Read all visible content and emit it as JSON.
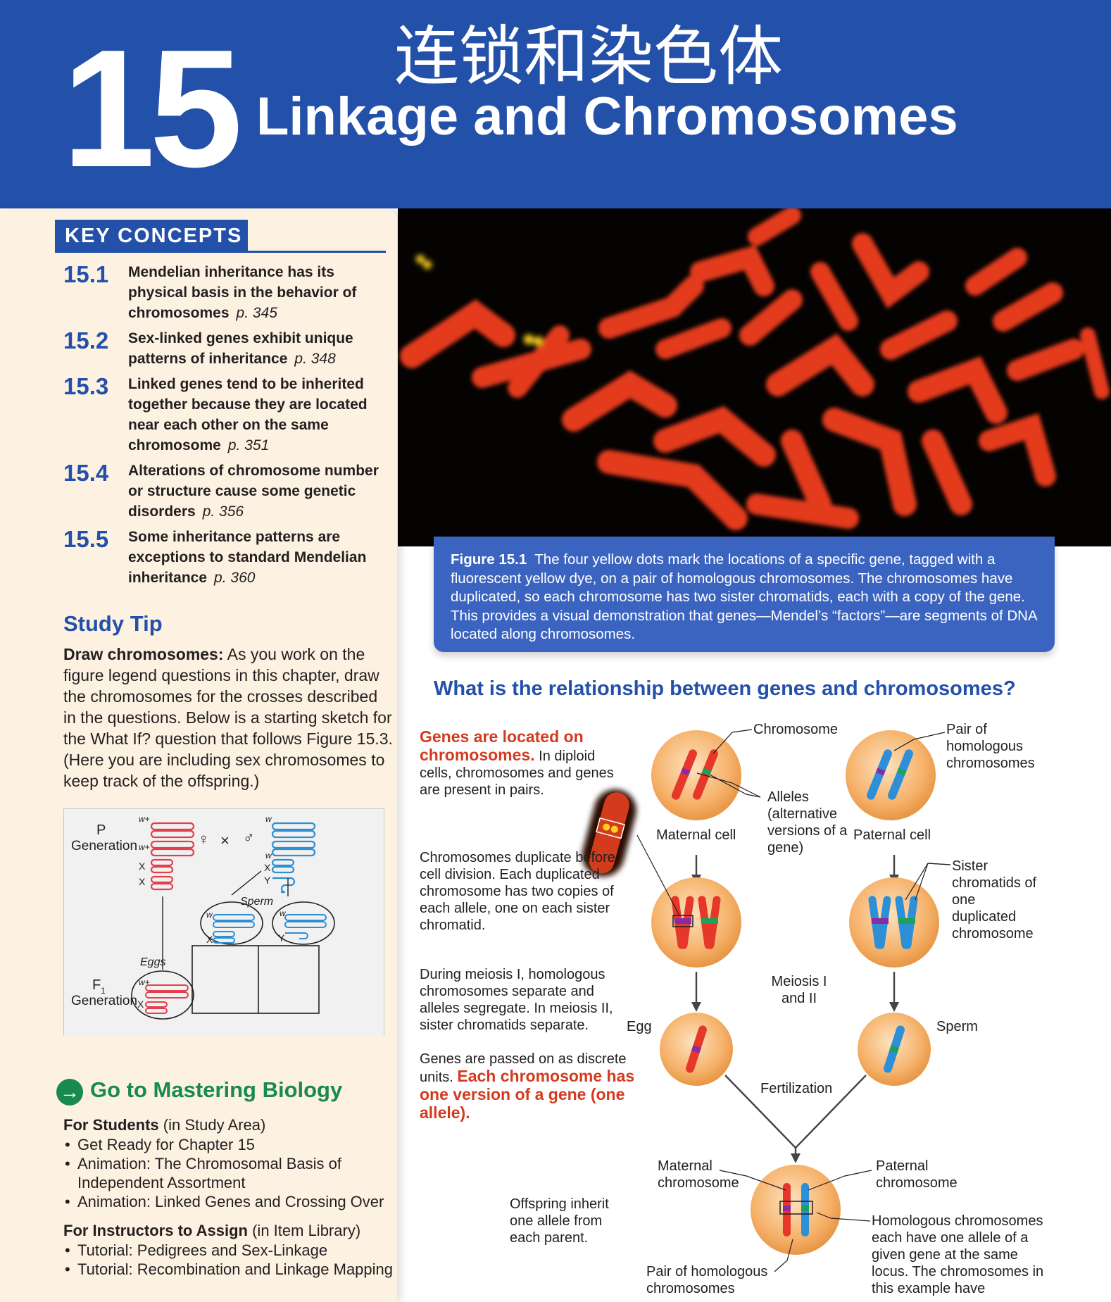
{
  "header": {
    "chapter_number": "15",
    "title_cn": "连锁和染色体",
    "title_en": "Linkage and Chromosomes"
  },
  "key_concepts": {
    "heading": "KEY CONCEPTS",
    "items": [
      {
        "num": "15.1",
        "text": "Mendelian inheritance has its physical basis in the behavior of chromosomes",
        "page": "p. 345"
      },
      {
        "num": "15.2",
        "text": "Sex-linked genes exhibit unique patterns of inheritance",
        "page": "p. 348"
      },
      {
        "num": "15.3",
        "text": "Linked genes tend to be inherited together because they are located near each other on the same chromosome",
        "page": "p. 351"
      },
      {
        "num": "15.4",
        "text": "Alterations of chromosome number or structure cause some genetic disorders",
        "page": "p. 356"
      },
      {
        "num": "15.5",
        "text": "Some inheritance patterns are exceptions to standard Mendelian inheritance",
        "page": "p. 360"
      }
    ]
  },
  "study_tip": {
    "heading": "Study Tip",
    "lead": "Draw chromosomes:",
    "body": "As you work on the figure legend questions in this chapter, draw the chromosomes for the crosses described in the questions. Below is a starting sketch for the What If? question that follows Figure 15.3. (Here you are including sex chromosomes to keep track of the offspring.)"
  },
  "sketch": {
    "p_label": "P",
    "generation_label": "Generation",
    "f1_label": "F",
    "f1_sub": "1",
    "w_plus": "w+",
    "w": "w",
    "x": "X",
    "y": "Y",
    "female_symbol": "♀",
    "cross_symbol": "×",
    "male_symbol": "♂",
    "sperm_label": "Sperm",
    "eggs_label": "Eggs"
  },
  "mastering": {
    "heading": "Go to Mastering Biology",
    "students_label": "For Students",
    "students_suffix": "(in Study Area)",
    "students_items": [
      "Get Ready for Chapter 15",
      "Animation: The Chromosomal Basis of Independent Assortment",
      "Animation: Linked Genes and Crossing Over"
    ],
    "instructors_label": "For Instructors to Assign",
    "instructors_suffix": "(in Item Library)",
    "instructors_items": [
      "Tutorial: Pedigrees and Sex-Linkage",
      "Tutorial: Recombination and Linkage Mapping"
    ]
  },
  "figure": {
    "label": "Figure 15.1",
    "caption": "The four yellow dots mark the locations of a specific gene, tagged with a fluorescent yellow dye, on a pair of homologous chromosomes. The chromosomes have duplicated, so each chromosome has two sister chromatids, each with a copy of the gene. This provides a visual demonstration that genes—Mendel’s “factors”—are segments of DNA located along chromosomes."
  },
  "question": "What is the relationship between genes and chromosomes?",
  "diagram": {
    "note1_red": "Genes are located on chromosomes.",
    "note1_rest": "In diploid cells, chromosomes and genes are present in pairs.",
    "note2": "Chromosomes duplicate before cell division. Each duplicated chromosome has two copies of each allele, one on each sister chromatid.",
    "note3": "During meiosis I, homologous chromosomes separate and alleles segregate. In meiosis II, sister chromatids separate.",
    "note4_start": "Genes are passed on as discrete units.",
    "note4_red": "Each chromosome has one version of a gene (one allele).",
    "note5": "Offspring inherit one allele from each parent.",
    "chromosome_label": "Chromosome",
    "pair_label": "Pair of homologous chromosomes",
    "alleles_label": "Alleles (alternative versions of a gene)",
    "maternal_cell": "Maternal cell",
    "paternal_cell": "Paternal cell",
    "sister_label": "Sister chromatids of one duplicated chromosome",
    "meiosis_label": "Meiosis I and II",
    "egg_label": "Egg",
    "sperm_label": "Sperm",
    "fertilization_label": "Fertilization",
    "maternal_chromosome": "Maternal chromosome",
    "paternal_chromosome": "Paternal chromosome",
    "homologous_note": "Homologous chromosomes each have one allele of a given gene at the same locus. The chromosomes in this example have",
    "bottom_pair_label": "Pair of homologous chromosomes"
  },
  "colors": {
    "header_blue": "#2350a9",
    "caption_blue": "#3b64c1",
    "panel_cream": "#fdf2e2",
    "accent_red": "#d43a1f",
    "mastering_green": "#188a4f",
    "cell_orange": "#f6b26b"
  }
}
